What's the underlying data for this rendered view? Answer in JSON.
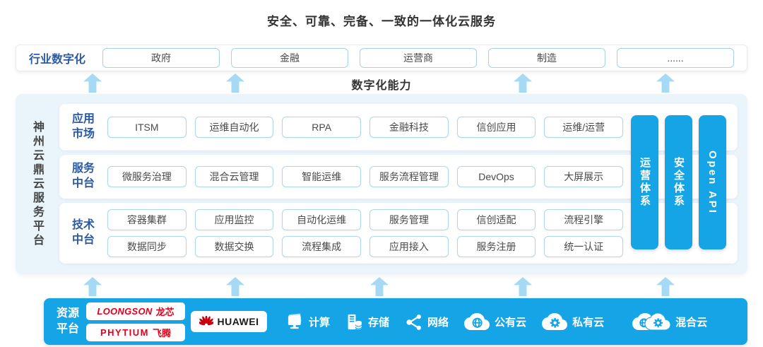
{
  "title": "安全、可靠、完备、一致的一体化云服务",
  "industry": {
    "label": "行业数字化",
    "items": [
      "政府",
      "金融",
      "运营商",
      "制造",
      "......"
    ]
  },
  "capability_label": "数字化能力",
  "platform": {
    "name": "神州云鼎云服务平台",
    "rows": [
      {
        "label": "应用市场",
        "chips": [
          "ITSM",
          "运维自动化",
          "RPA",
          "金融科技",
          "信创应用",
          "运维/运营"
        ]
      },
      {
        "label": "服务中台",
        "chips": [
          "微服务治理",
          "混合云管理",
          "智能运维",
          "服务流程管理",
          "DevOps",
          "大屏展示"
        ]
      },
      {
        "label": "技术中台",
        "chips_top": [
          "容器集群",
          "应用监控",
          "自动化运维",
          "服务管理",
          "信创适配",
          "流程引擎"
        ],
        "chips_bottom": [
          "数据同步",
          "数据交换",
          "流程集成",
          "应用接入",
          "服务注册",
          "统一认证"
        ]
      }
    ],
    "side_bars": [
      "运营体系",
      "安全体系",
      "Open API"
    ]
  },
  "resources": {
    "label": "资源平台",
    "vendors": {
      "loongson": {
        "en": "LOONGSON",
        "zh": "龙芯"
      },
      "phytium": {
        "en": "PHYTIUM",
        "zh": "飞腾"
      },
      "huawei": {
        "en": "HUAWEI"
      }
    },
    "items": [
      {
        "icon": "compute-icon",
        "label": "计算"
      },
      {
        "icon": "storage-icon",
        "label": "存储"
      },
      {
        "icon": "network-icon",
        "label": "网络"
      },
      {
        "icon": "public-cloud-icon",
        "label": "公有云"
      },
      {
        "icon": "private-cloud-icon",
        "label": "私有云"
      },
      {
        "icon": "hybrid-cloud-icon",
        "label": "混合云"
      }
    ]
  },
  "colors": {
    "accent_blue": "#15a4e6",
    "arrow_blue": "#a6d9f4",
    "label_blue": "#2b5aa6",
    "panel_bg": "#e9f4fb",
    "chip_border": "#add6ef",
    "loongson_red": "#e2001a",
    "huawei_red": "#c7000b"
  }
}
